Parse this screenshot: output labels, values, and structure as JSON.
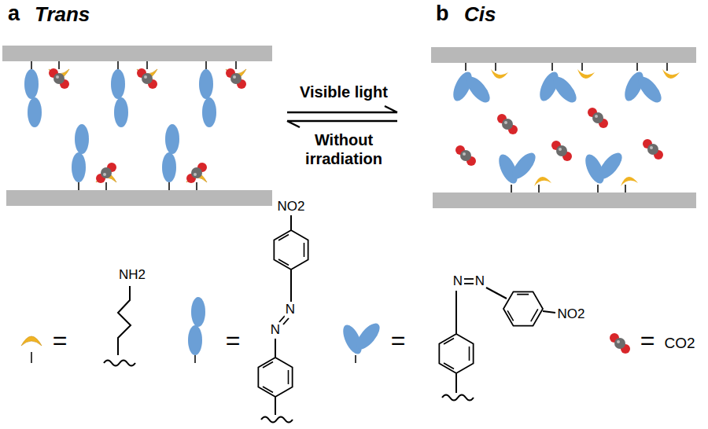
{
  "diagram": {
    "nodes": [
      {
        "text": [
          "a",
          "Trans"
        ]
      },
      {
        "text": [
          "b",
          "Cis"
        ]
      }
    ],
    "edges": [
      {
        "from": 0,
        "to": 1,
        "arrow": "to",
        "label": "Visible light"
      },
      {
        "from": 1,
        "to": 0,
        "arrow": "to",
        "label": "Without irradiation"
      }
    ],
    "labels": [
      "=",
      "NH2",
      "=",
      "NO2",
      "N",
      "N",
      "=",
      "N",
      "N",
      "NO2",
      "=",
      "CO2"
    ]
  }
}
